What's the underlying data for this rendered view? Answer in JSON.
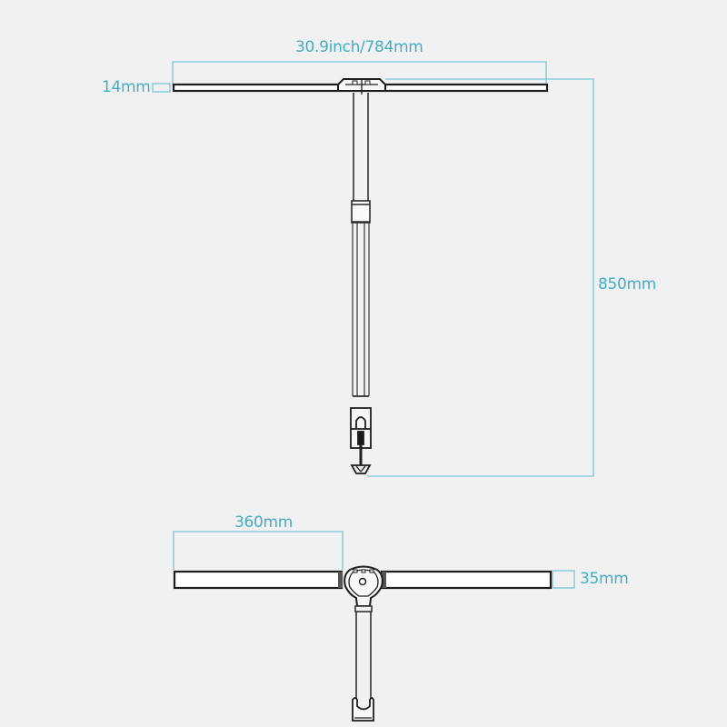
{
  "diagram": {
    "title": "Desk lamp dimension diagram",
    "accent_color": "#45adc6",
    "line_color": "#222222",
    "front_view": {
      "overall_width_label": "30.9inch/784mm",
      "bar_thickness_label": "14mm",
      "height_label": "850mm"
    },
    "top_view": {
      "arm_length_label": "360mm",
      "bar_depth_label": "35mm"
    }
  }
}
